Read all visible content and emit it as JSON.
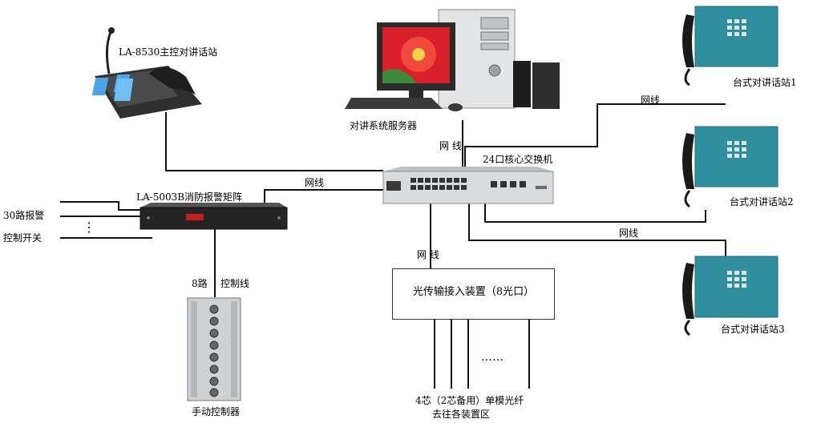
{
  "labels": {
    "main_station": "LA-8530主控对讲话站",
    "server": "对讲系统服务器",
    "switch": "24口核心交换机",
    "matrix": "LA-5003B消防报警矩阵",
    "alarm_30": "30路报警",
    "control_switch": "控制开关",
    "ellipsis_vertical": "⋮",
    "ch8": "8路",
    "control_line": "控制线",
    "manual_controller": "手动控制器",
    "optical_device": "光传输接入装置（8光口）",
    "fiber_line1": "4芯（2芯备用）单模光纤",
    "fiber_line2": "去往各装置区",
    "dots": "……",
    "desk1": "台式对讲话站1",
    "desk2": "台式对讲话站2",
    "desk3": "台式对讲话站3",
    "net_a": "网 线",
    "net_b": "网线",
    "net_c": "网线",
    "net_d": "网线",
    "net_e": "网 线"
  },
  "colors": {
    "line": "#111111",
    "panel_teal": "#2f8f9e",
    "device_dark": "#2a2a2a",
    "server_silver": "#cfd3d6"
  },
  "icons": {
    "main_station": "desk-intercom-icon",
    "server": "computer-server-icon",
    "switch": "network-switch-icon",
    "matrix": "rack-unit-icon",
    "manual": "manual-controller-icon",
    "desk_station": "wall-phone-icon"
  }
}
